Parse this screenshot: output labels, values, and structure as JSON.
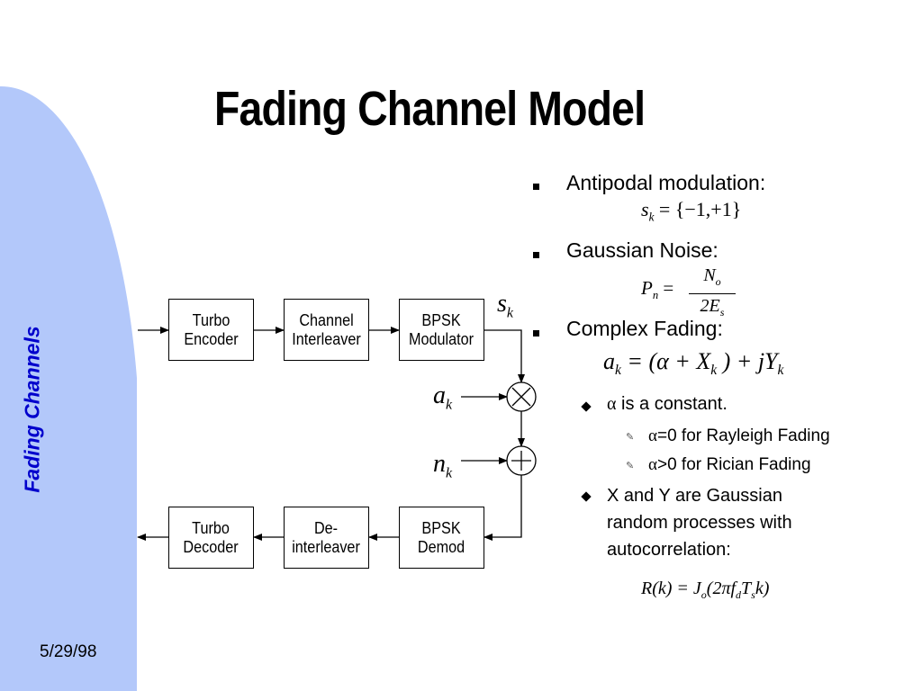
{
  "slide": {
    "title": "Fading Channel Model",
    "sidebar_title": "Fading Channels",
    "date": "5/29/98"
  },
  "bullets": {
    "antipodal": "Antipodal modulation:",
    "noise": "Gaussian Noise:",
    "fading": "Complex Fading:",
    "alpha_const": " is a constant.",
    "rayleigh": "=0 for Rayleigh Fading",
    "rician": ">0 for Rician Fading",
    "xy_line1": " X and Y are Gaussian",
    "xy_line2": "random processes with",
    "xy_line3": "autocorrelation:"
  },
  "equations": {
    "sk": "s",
    "sk_sub": "k",
    "sk_rhs": "= {−1,+1}",
    "pn_lhs": "P",
    "pn_sub": "n",
    "pn_num": "N",
    "pn_num_sub": "o",
    "pn_den": "2E",
    "pn_den_sub": "s",
    "ak_lhs": "a",
    "ak_rhs_open": "= (α + X",
    "ak_rhs_mid": ") + jY",
    "rk_lhs": "R(k) = J",
    "rk_mid": "(2πf",
    "rk_d": "d",
    "rk_T": "T",
    "rk_s": "s",
    "rk_end": "k)",
    "alpha": "α",
    "k": "k",
    "o": "o"
  },
  "diagram": {
    "blocks": {
      "turbo_encoder": "Turbo\nEncoder",
      "channel_interleaver": "Channel\nInterleaver",
      "bpsk_modulator": "BPSK\nModulator",
      "turbo_decoder": "Turbo\nDecoder",
      "deinterleaver": "De-\ninterleaver",
      "bpsk_demod": "BPSK\nDemod"
    },
    "signals": {
      "s": "s",
      "a": "a",
      "n": "n",
      "k": "k"
    },
    "multiply_symbol": "×",
    "add_symbol": "+"
  },
  "colors": {
    "sidebar_fill": "#b3c8fa",
    "sidebar_text": "#0000cc"
  }
}
